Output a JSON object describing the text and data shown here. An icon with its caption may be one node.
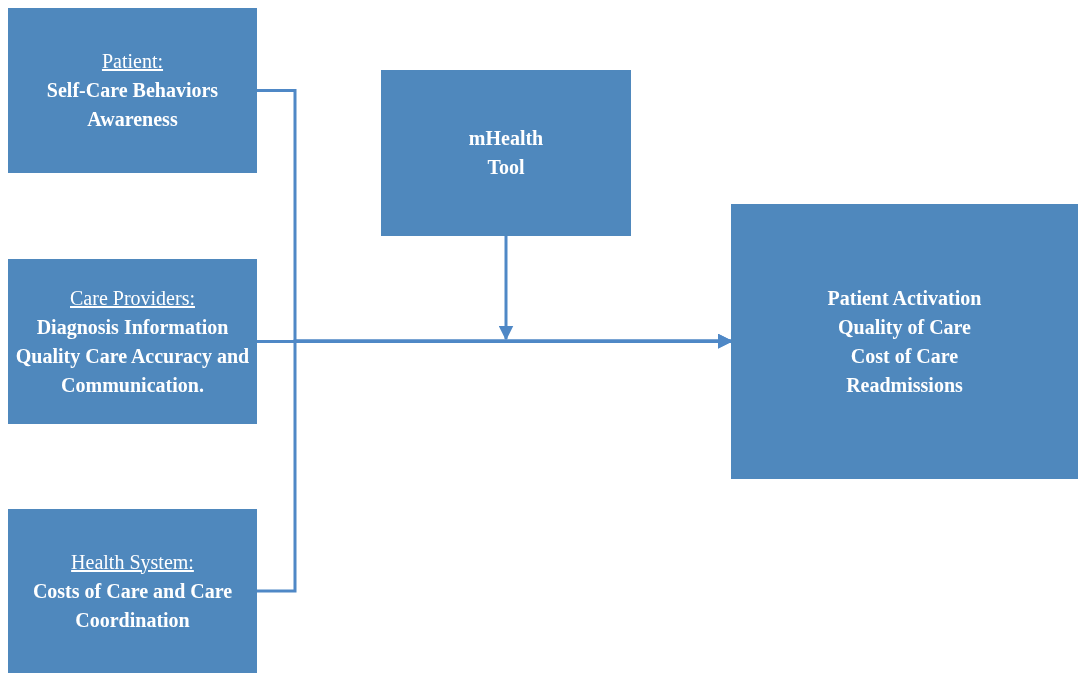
{
  "diagram": {
    "nodes": [
      {
        "text": [
          "Patient:",
          "Self-Care Behaviors Awareness"
        ]
      },
      {
        "text": [
          "Care Providers:",
          "Diagnosis Information Quality Care Accuracy and Communication."
        ]
      },
      {
        "text": [
          "Health System:",
          "Costs of Care and Care Coordination"
        ]
      },
      {
        "text": [
          "mHealth Tool"
        ]
      },
      {
        "text": [
          "Patient Activation",
          "Quality of Care",
          "Cost of Care",
          "Readmissions"
        ]
      }
    ],
    "edges": [
      {
        "from": 0,
        "to": 4,
        "arrow": "to"
      },
      {
        "from": 1,
        "to": 4,
        "arrow": "to"
      },
      {
        "from": 2,
        "to": 4,
        "arrow": "to"
      },
      {
        "from": 3,
        "to": null,
        "arrow": "to"
      }
    ]
  }
}
